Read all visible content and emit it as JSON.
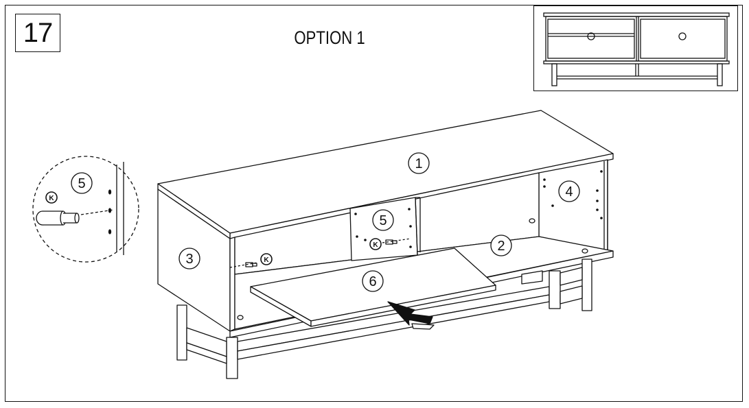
{
  "header": {
    "step_number": "17",
    "title": "OPTION 1"
  },
  "parts": {
    "top_panel": "1",
    "bottom_panel": "2",
    "left_side": "3",
    "right_side": "4",
    "divider": "5",
    "shelf": "6",
    "detail_divider": "5"
  },
  "hardware": {
    "fitting_label": "K",
    "fitting_label_divider": "K",
    "fitting_label_left": "K"
  },
  "icons": {
    "insert_arrow": "arrow-icon",
    "magnifier": "detail-zoom-icon"
  }
}
